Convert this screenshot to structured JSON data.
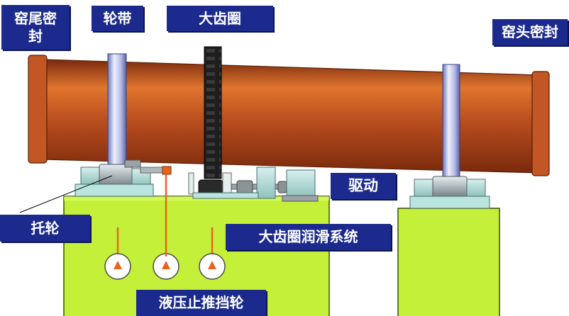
{
  "labels": {
    "kiln_tail_seal": "窑尾密封",
    "riding_ring": "轮带",
    "girth_gear": "大齿圈",
    "kiln_head_seal": "窑头密封",
    "drive": "驱动",
    "support_roller": "托轮",
    "girth_gear_lubrication": "大齿圈润滑系统",
    "hydraulic_thrust_roller": "液压止推挡轮"
  },
  "colors": {
    "kiln_shell": "#b84d1f",
    "kiln_shell_highlight": "#e0752f",
    "kiln_shell_shadow": "#7a2a0c",
    "foundation": "#c5f03a",
    "foundation_edge": "#3c4a10",
    "label_background": "#1b2a8c",
    "label_text": "#ffffff",
    "riding_ring": "#9aa3d8",
    "girth_gear": "#1e1e1e",
    "hydraulic_marker": "#e8641c",
    "bearing_block": "#a9d3cf"
  }
}
